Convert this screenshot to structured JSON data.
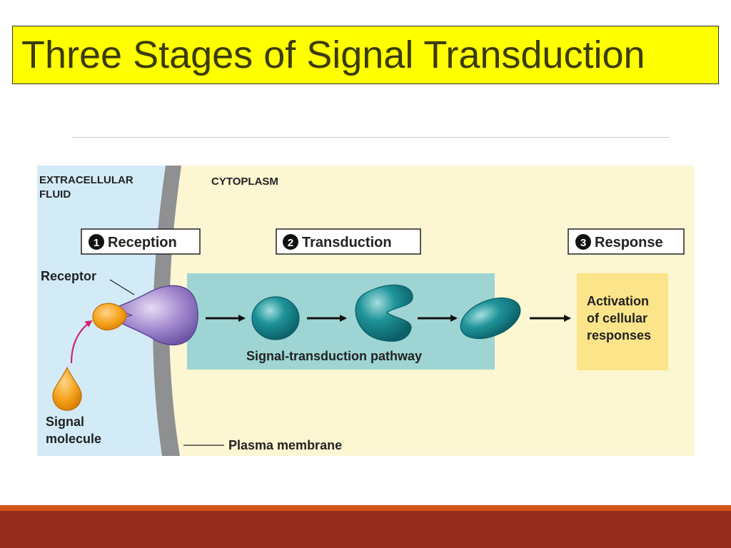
{
  "slide": {
    "title": "Three Stages of Signal Transduction"
  },
  "diagram": {
    "regions": {
      "extracellular_line1": "EXTRACELLULAR",
      "extracellular_line2": "FLUID",
      "cytoplasm": "CYTOPLASM"
    },
    "stages": {
      "reception": {
        "number": "1",
        "label": "Reception"
      },
      "transduction": {
        "number": "2",
        "label": "Transduction"
      },
      "response": {
        "number": "3",
        "label": "Response"
      }
    },
    "labels": {
      "receptor": "Receptor",
      "signal_molecule_line1": "Signal",
      "signal_molecule_line2": "molecule",
      "pathway": "Signal-transduction pathway",
      "plasma_membrane": "Plasma membrane",
      "response_line1": "Activation",
      "response_line2": "of cellular",
      "response_line3": "responses"
    },
    "colors": {
      "extracellular": "#d3ebf7",
      "cytoplasm": "#fdf6d3",
      "membrane": "#8f9091",
      "pathway_box": "#9ed5d4",
      "response_box": "#fbe48a",
      "receptor": "#9d82c9",
      "signal_molecule": "#f5a11a",
      "relay_protein": "#1a8a8f",
      "curved_arrow": "#d0286a"
    }
  }
}
